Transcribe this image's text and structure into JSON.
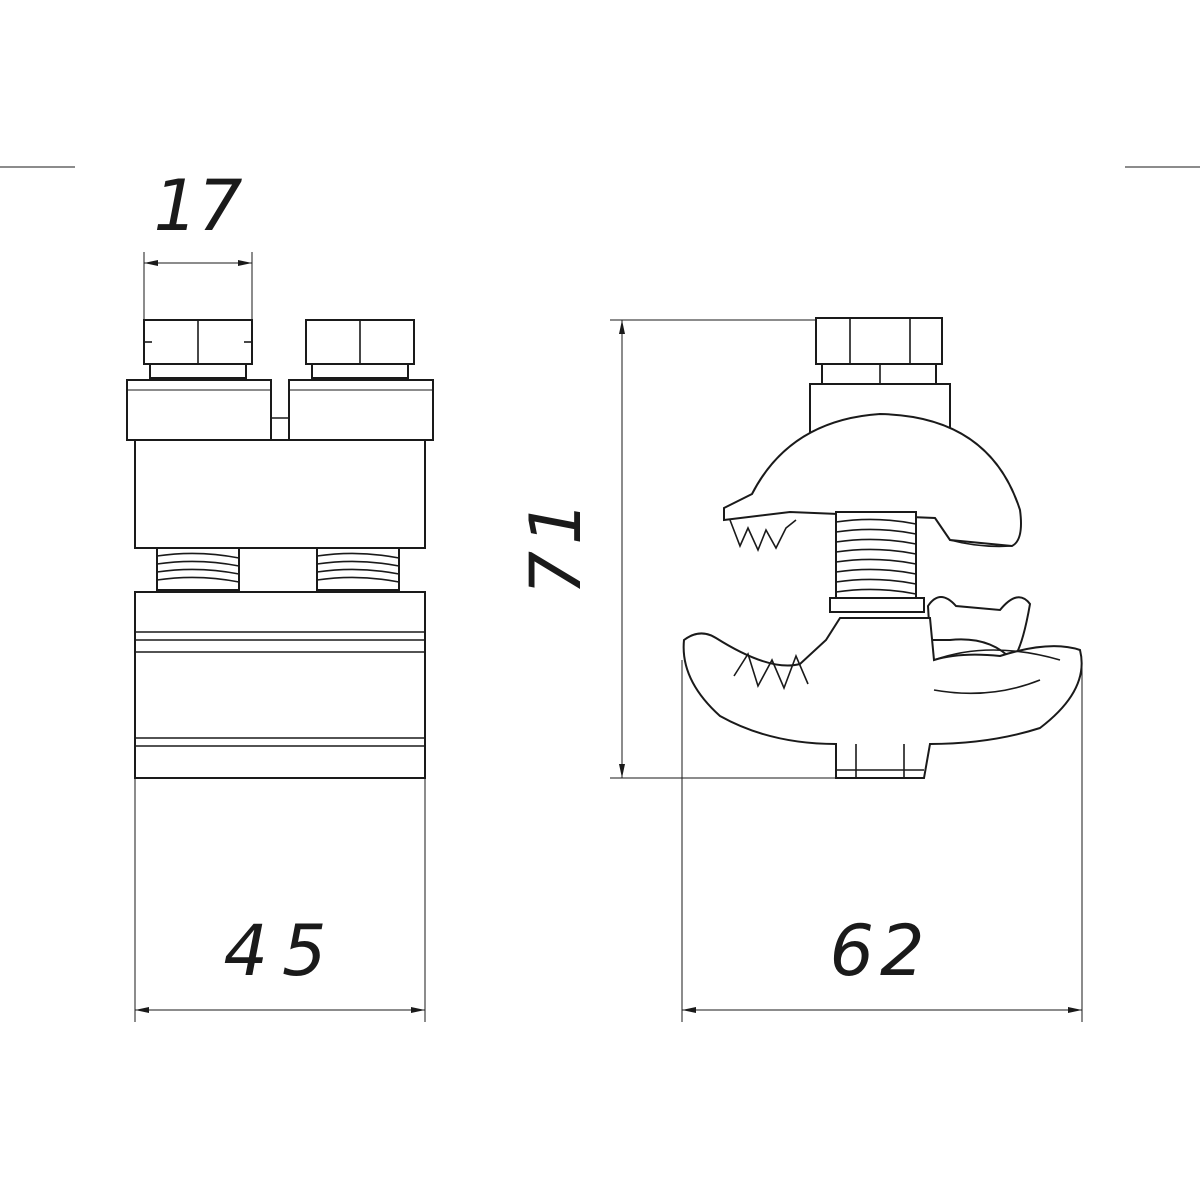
{
  "dimensions": {
    "bolt_width": "17",
    "front_width": "45",
    "side_width": "62",
    "height": "71"
  }
}
